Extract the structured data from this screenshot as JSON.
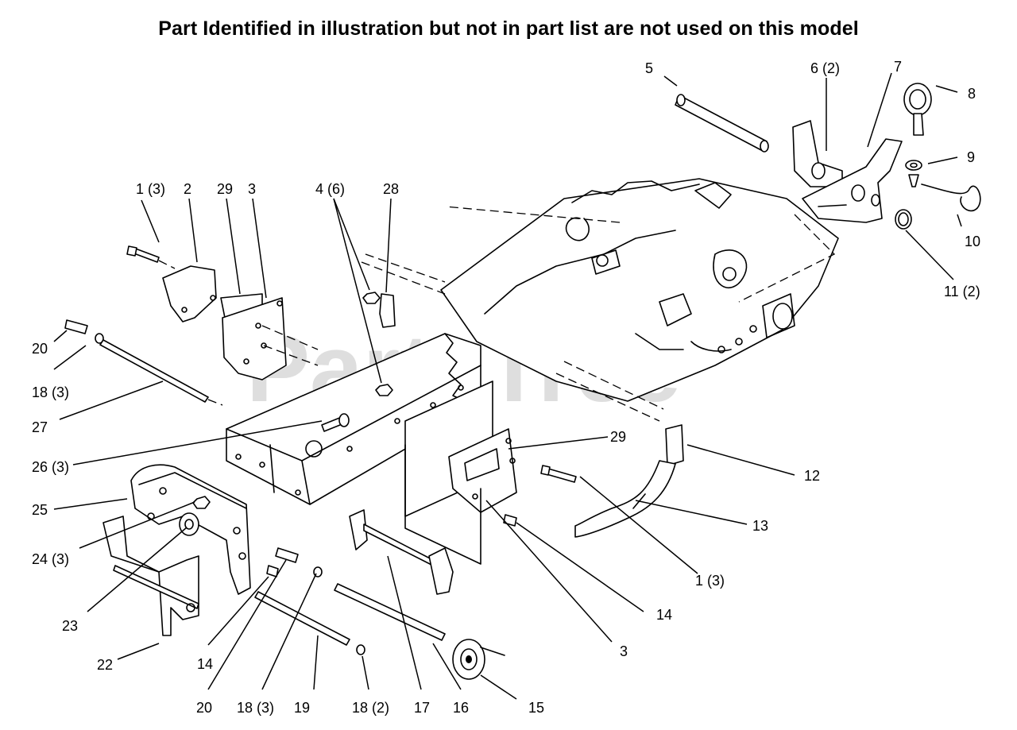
{
  "title": "Part Identified in illustration but not in part list are not used on this model",
  "watermark": {
    "text": "PartsTree",
    "tm": "TM"
  },
  "callouts": {
    "c1a": "1 (3)",
    "c2": "2",
    "c29a": "29",
    "c3a": "3",
    "c4": "4 (6)",
    "c28": "28",
    "c5": "5",
    "c6": "6 (2)",
    "c7": "7",
    "c8": "8",
    "c9": "9",
    "c10": "10",
    "c11": "11 (2)",
    "c20a": "20",
    "c18a": "18 (3)",
    "c27": "27",
    "c26": "26 (3)",
    "c25": "25",
    "c24": "24 (3)",
    "c23": "23",
    "c22": "22",
    "c14a": "14",
    "c20b": "20",
    "c18b": "18 (3)",
    "c19": "19",
    "c18c": "18 (2)",
    "c17": "17",
    "c16": "16",
    "c15": "15",
    "c29b": "29",
    "c12": "12",
    "c13": "13",
    "c1b": "1 (3)",
    "c14b": "14",
    "c3b": "3"
  }
}
